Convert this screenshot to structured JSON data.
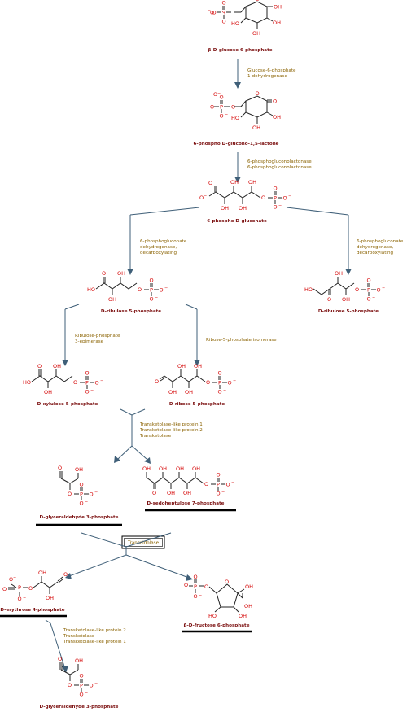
{
  "compounds": {
    "g6p": "β-D-glucose 6-phosphate",
    "lactone": "6-phospho D-glucono-1,5-lactone",
    "gluconate": "6-phospho D-gluconate",
    "ribulose_left": "D-ribulose 5-phosphate",
    "ribulose_right": "D-ribulose 5-phosphate",
    "xylulose": "D-xylulose 5-phosphate",
    "ribose": "D-ribose 5-phosphate",
    "gap1": "D-glyceraldehyde 3-phosphate",
    "sedo": "D-sedoheptulose 7-phosphate",
    "erythrose": "D-erythrose 4-phosphate",
    "fructose": "β-D-fructose 6-phosphate",
    "gap2": "D-glyceraldehyde 3-phosphate"
  },
  "enzymes": {
    "e1": [
      "Glucose-6-phosphate",
      "1-dehydrogenase"
    ],
    "e2": [
      "6-phosphogluconolactonase",
      "6-phosphogluconolactonase"
    ],
    "e3": [
      "6-phosphogluconate",
      "dehydrogenase,",
      "decarboxylating"
    ],
    "e4": [
      "6-phosphogluconate",
      "dehydrogenase,",
      "decarboxylating"
    ],
    "e5": [
      "Ribulose-phosphate",
      "3-epimerase"
    ],
    "e6": [
      "Ribose-5-phosphate isomerase"
    ],
    "e7": [
      "Transketolase-like protein 1",
      "Transketolase-like protein 2",
      "Transketolase"
    ],
    "e8": [
      "Transaldolase"
    ],
    "e9": [
      "Transketolase-like protein 2",
      "Transketolase",
      "Transketolase-like protein 1"
    ]
  },
  "atoms": {
    "O": "O",
    "OH": "OH",
    "HO": "HO",
    "P": "P",
    "minus": "−"
  },
  "colors": {
    "compound_name": "#7a0d0d",
    "enzyme": "#8a6200",
    "arrow": "#3f5f78",
    "heteroatom": "#d40000"
  }
}
